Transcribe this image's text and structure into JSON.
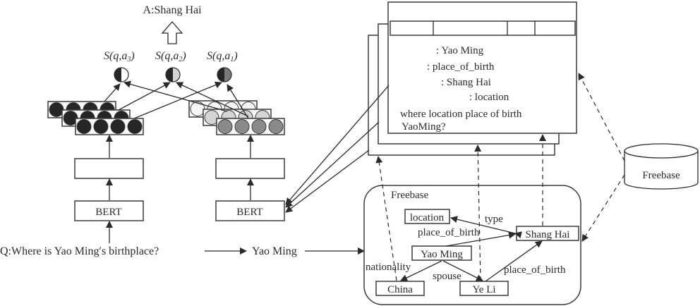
{
  "answer": {
    "label": "A:Shang Hai"
  },
  "scores": [
    {
      "label_main": "S(q,a",
      "label_sub": "3",
      "fill_right": "#ffffff"
    },
    {
      "label_main": "S(q,a",
      "label_sub": "2",
      "fill_right": "#d3d4d6"
    },
    {
      "label_main": "S(q,a",
      "label_sub": "1",
      "fill_right": "#7a7a7a"
    }
  ],
  "left_branch": {
    "encoder_label": "BERT",
    "vector_color": "#262626"
  },
  "right_branch": {
    "encoder_label": "BERT",
    "vector_colors": [
      "#f6f6f6",
      "#d3d4d6",
      "#8a8a8a"
    ]
  },
  "question": {
    "label": "Q:Where is Yao Ming′s birthplace?"
  },
  "entity": {
    "label": "Yao Ming"
  },
  "candidate_card": {
    "lines": [
      ": Yao Ming",
      ": place_of_birth",
      ": Shang Hai",
      ": location",
      "where location place of birth",
      "YaoMing?"
    ]
  },
  "kg": {
    "title": "Freebase",
    "nodes": [
      "location",
      "Shang Hai",
      "Yao Ming",
      "China",
      "Ye Li"
    ],
    "edges": [
      {
        "label": "type"
      },
      {
        "label": "place_of_birth"
      },
      {
        "label": "nationality"
      },
      {
        "label": "spouse"
      },
      {
        "label": "place_of_birth"
      }
    ]
  },
  "database": {
    "label": "Freebase"
  },
  "colors": {
    "ink": "#2b2b2b",
    "dark_circle": "#262626"
  }
}
